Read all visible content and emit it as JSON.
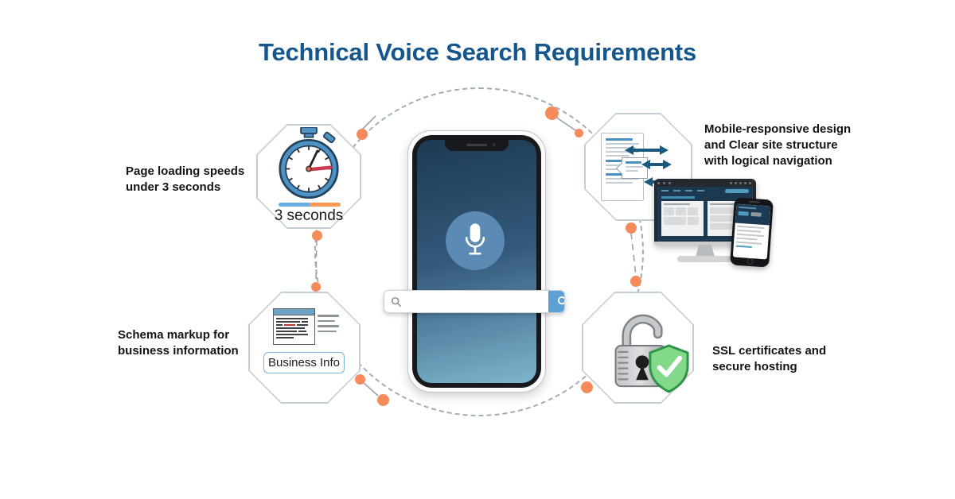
{
  "title": "Technical Voice Search Requirements",
  "requirements": [
    {
      "id": "page-speed",
      "label": "Page loading speeds\nunder 3 seconds",
      "icon": "stopwatch-icon",
      "caption": "3 seconds"
    },
    {
      "id": "site-structure",
      "label": "Mobile-responsive design\nand Clear site structure\nwith logical navigation",
      "icon": "responsive-devices-icon"
    },
    {
      "id": "schema-markup",
      "label": "Schema markup for\nbusiness information",
      "icon": "code-window-icon",
      "button": "Business Info"
    },
    {
      "id": "ssl-security",
      "label": "SSL certificates and\nsecure hosting",
      "icon": "lock-shield-icon"
    }
  ],
  "center_phone": {
    "icon": "microphone-icon",
    "search_placeholder": ""
  },
  "colors": {
    "title_blue": "#15568d",
    "accent_orange": "#f58a5b",
    "mic_circle_blue": "#5b8bb4",
    "search_button_blue": "#5da0d4",
    "phone_screen_top": "#1e3a52",
    "phone_screen_bottom": "#7db6cd",
    "stopwatch_blue": "#4f93c4",
    "progress_blue": "#68aede",
    "progress_orange": "#f79a56",
    "shield_green": "#7fd487"
  }
}
